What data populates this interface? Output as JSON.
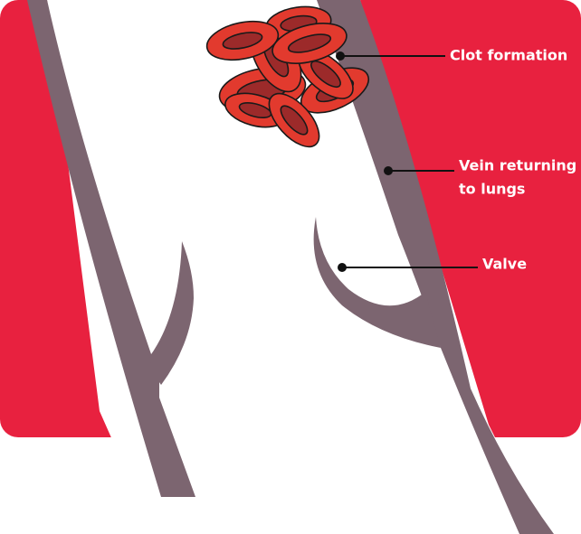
{
  "colors": {
    "background_red": "#E8213F",
    "vein_wall": "#7C6570",
    "vein_interior": "#FFFFFF",
    "cell_fill": "#E23A2E",
    "cell_center": "#9C2A2A",
    "cell_outline": "#1A1A1A",
    "leader_line": "#111111",
    "label_text": "#FFFFFF"
  },
  "labels": {
    "clot": "Clot formation",
    "vein_line1": "Vein returning",
    "vein_line2": "to lungs",
    "valve": "Valve"
  }
}
